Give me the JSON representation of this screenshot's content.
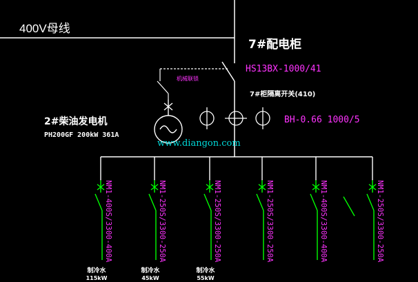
{
  "bus_label": "400V母线",
  "cabinet_title": "7#配电柜",
  "breaker_model": "HS13BX-1000/41",
  "interlock_label": "机械联锁",
  "isolating_switch_label": "7#柜隔离开关(410)",
  "ct_label": "BH-0.66 1000/5",
  "generator": {
    "title": "2#柴油发电机",
    "spec": "PH200GF 200kW 361A"
  },
  "watermark": "www.diangon.com",
  "feeders": [
    {
      "label": "NM1-400S/3300-400A",
      "load_label": "制冷水",
      "load_power": "115kW"
    },
    {
      "label": "NM1-250S/3300-250A",
      "load_label": "制冷水",
      "load_power": "45kW"
    },
    {
      "label": "NM1-250S/3300-250A",
      "load_label": "制冷水",
      "load_power": "55kW"
    },
    {
      "label": "NM1-250S/3300-250A",
      "load_label": "",
      "load_power": ""
    },
    {
      "label": "NM1-400S/3300-400A",
      "load_label": "",
      "load_power": ""
    },
    {
      "label": "NM1-250S/3300-250A",
      "load_label": "",
      "load_power": ""
    }
  ],
  "colors": {
    "background": "#000000",
    "line": "#ffffff",
    "feeder_label": "#ff33ff",
    "breaker_model": "#ff33ff",
    "interlock": "#ff33ff",
    "ct_label": "#ff33ff",
    "feeder_switch": "#00ff00",
    "watermark": "#00ffff",
    "text": "#ffffff"
  }
}
